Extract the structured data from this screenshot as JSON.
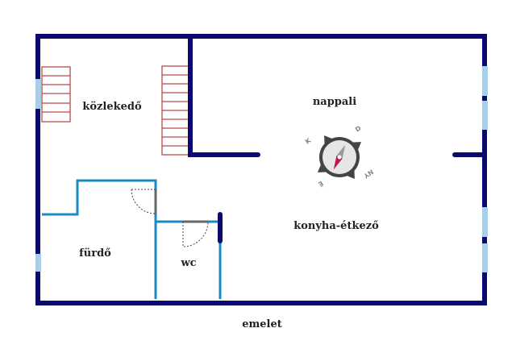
{
  "plan": {
    "floor_label": "emelet",
    "rooms": {
      "hallway": "közlekedő",
      "living": "nappali",
      "kitchen": "konyha-étkező",
      "bathroom": "fürdő",
      "wc": "wc"
    }
  },
  "compass": {
    "n": "É",
    "s": "D",
    "e": "K",
    "w": "NY"
  },
  "colors": {
    "wall": "#0a0a6e",
    "partition": "#1a8ac4",
    "window": "#a9cfe6",
    "stairs": "#b84a4a",
    "door": "#666666"
  }
}
